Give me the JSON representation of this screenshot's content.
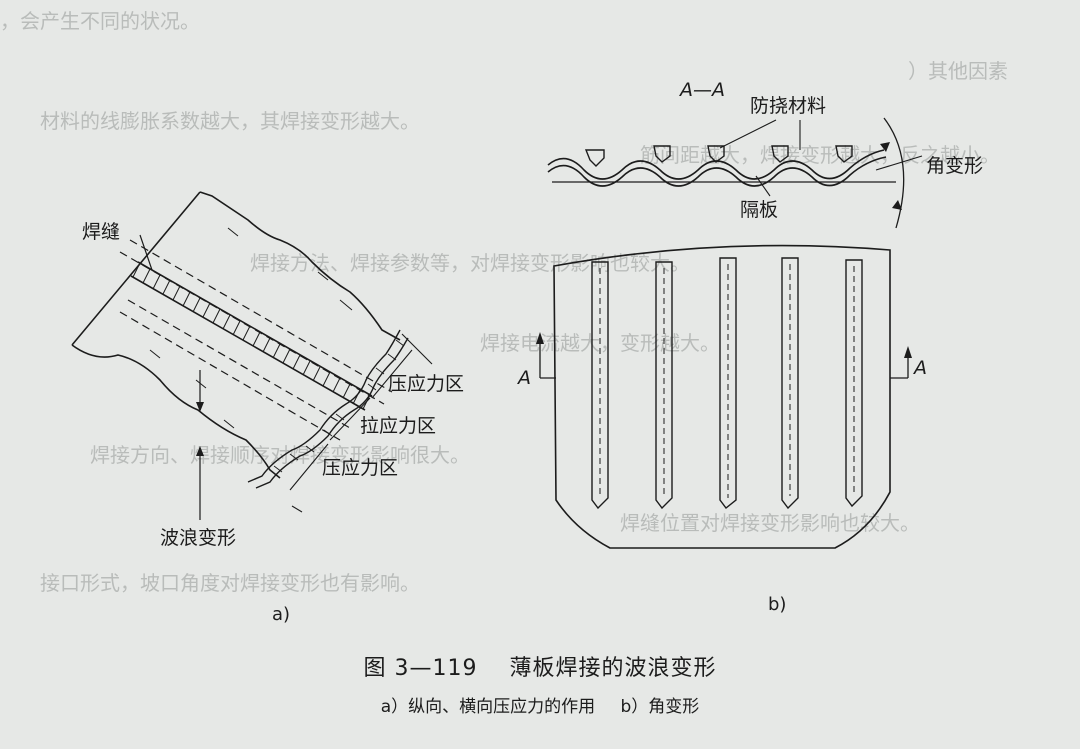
{
  "background_text": {
    "lines": [
      "，会产生不同的状况。",
      "）其他因素",
      "材料的线膨胀系数越大，其焊接变形越大。",
      "筋间距越大，焊接变形越大，反之越小。",
      "焊接方法、焊接参数等，对焊接变形影响也较大。",
      "焊接电流越大，变形越大。",
      "焊接方向、焊接顺序对焊接变形影响很大。",
      "焊缝位置对焊接变形影响也较大。",
      "接口形式，坡口角度对焊接变形也有影响。"
    ]
  },
  "diagram_a": {
    "label_weld": "焊缝",
    "label_compress_top": "压应力区",
    "label_tension": "拉应力区",
    "label_compress_bottom": "压应力区",
    "label_wave": "波浪变形",
    "sub_label": "a)"
  },
  "diagram_b": {
    "section_label": "A—A",
    "label_material": "防挠材料",
    "label_angular": "角变形",
    "label_partition": "隔板",
    "arrow_left_label": "A",
    "arrow_right_label": "A",
    "sub_label": "b)"
  },
  "caption": {
    "figure_number": "图 3—119",
    "title": "薄板焊接的波浪变形",
    "sub_a": "a）纵向、横向压应力的作用",
    "sub_b": "b）角变形"
  },
  "colors": {
    "paper": "#e6e8e6",
    "ink": "#1c1c1c",
    "faint_text": "#b9bcba"
  }
}
